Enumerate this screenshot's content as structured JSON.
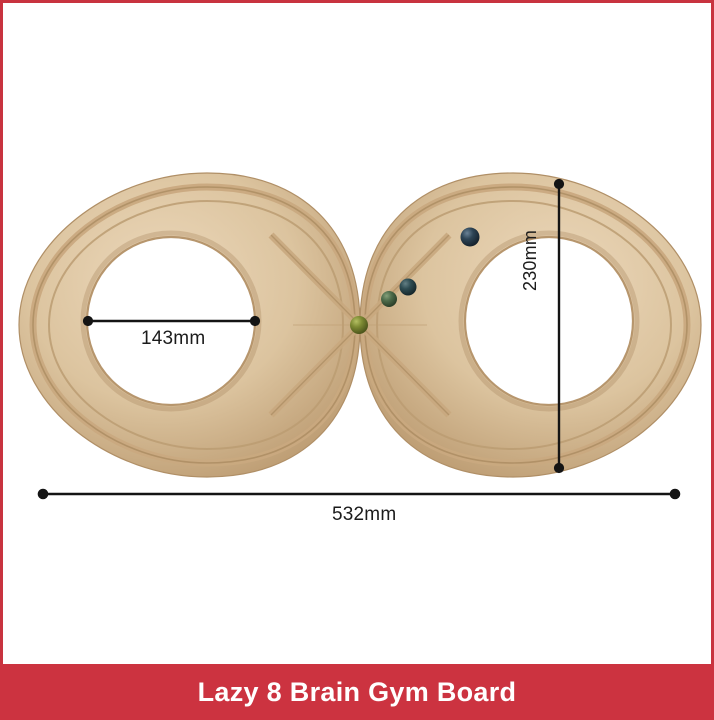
{
  "card": {
    "background_color": "#ffffff",
    "frame_color": "#c8333f"
  },
  "caption": {
    "text": "Lazy 8 Brain Gym Board",
    "background_color": "#cc3340",
    "text_color": "#ffffff"
  },
  "product": {
    "name": "Lazy 8 Brain Gym Board",
    "material_appearance": "beech wood",
    "wood_color_light": "#e3caa8",
    "wood_color_mid": "#d4b48c",
    "wood_color_dark": "#b79468",
    "shape": "figure-eight infinity board",
    "groove_color": "#c2a178"
  },
  "marbles": [
    {
      "name": "marble-center-olive",
      "color": "#7d8a33"
    },
    {
      "name": "marble-green",
      "color": "#4c6b4a"
    },
    {
      "name": "marble-teal",
      "color": "#2d4c54"
    },
    {
      "name": "marble-dark-blue",
      "color": "#243645"
    }
  ],
  "dimensions": {
    "line_color": "#141414",
    "inner_diameter": {
      "label": "143mm",
      "orientation": "horizontal",
      "measures": "left lobe inner circle diameter"
    },
    "lobe_height": {
      "label": "230mm",
      "orientation": "vertical",
      "measures": "right lobe outer height"
    },
    "total_width": {
      "label": "532mm",
      "orientation": "horizontal",
      "measures": "overall board width"
    }
  }
}
